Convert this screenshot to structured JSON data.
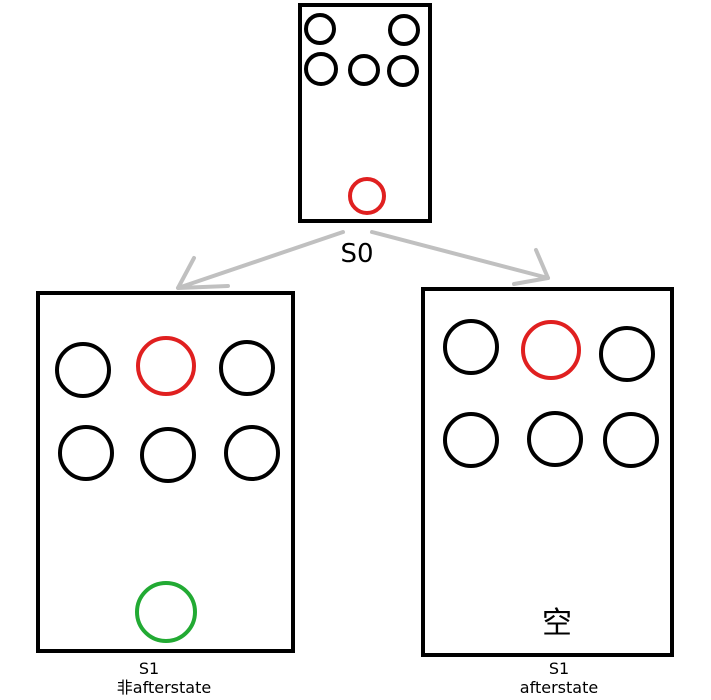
{
  "states": {
    "s0": {
      "label": "S0"
    },
    "s1_left": {
      "name": "S1",
      "subtitle": "非afterstate"
    },
    "s1_right": {
      "name": "S1",
      "subtitle": "afterstate",
      "empty_text": "空"
    }
  },
  "colors": {
    "outline": "#000000",
    "arrow": "#c0c0c0",
    "highlight_red": "#e02020",
    "highlight_green": "#22aa33"
  }
}
